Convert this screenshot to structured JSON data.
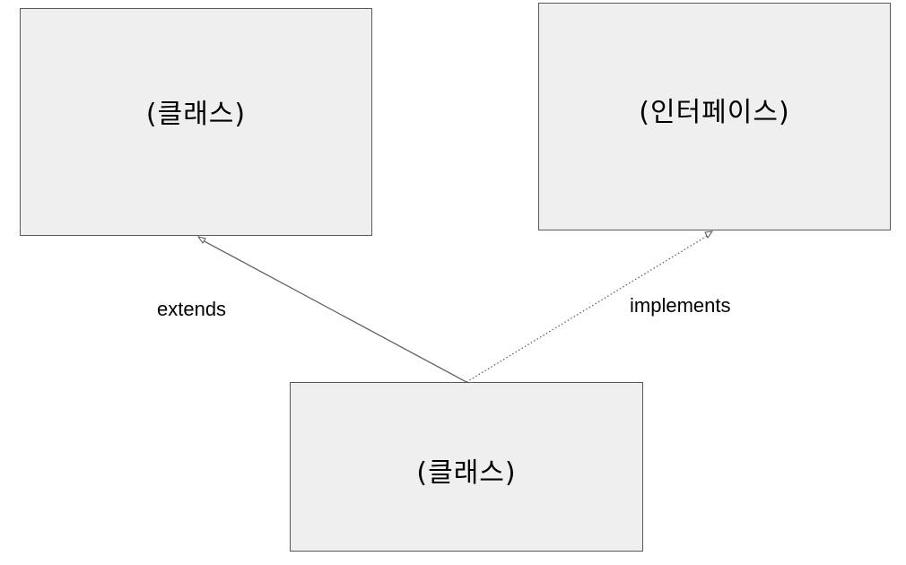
{
  "boxes": {
    "superclass": {
      "title": "(클래스)"
    },
    "interface": {
      "title": "(인터페이스)"
    },
    "subclass": {
      "title": "(클래스)"
    }
  },
  "relations": {
    "extends": {
      "label": "extends",
      "style": "solid"
    },
    "implements": {
      "label": "implements",
      "style": "dotted"
    }
  },
  "colors": {
    "box_fill": "#efefef",
    "box_border": "#595959",
    "line": "#555555",
    "text": "#000000"
  }
}
